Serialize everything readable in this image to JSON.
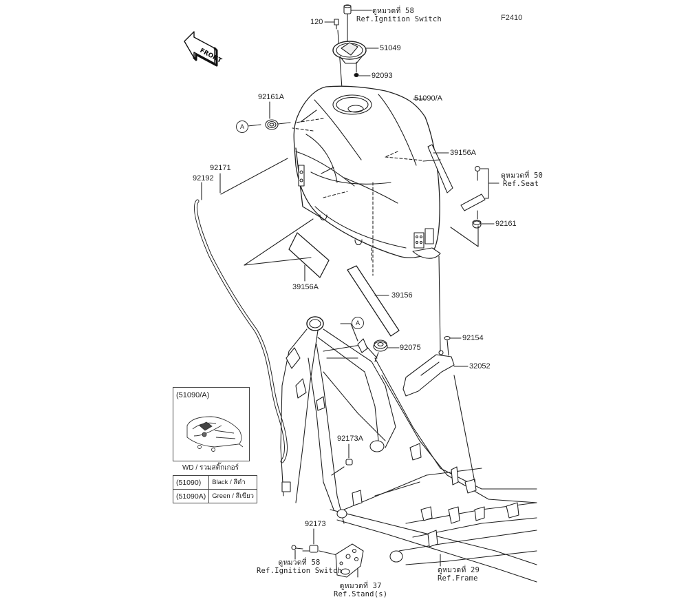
{
  "diagram": {
    "code": "F2410",
    "front_label": "FRONT",
    "ref_marker": "A",
    "parts": [
      {
        "number": "120"
      },
      {
        "number": "51049"
      },
      {
        "number": "92093"
      },
      {
        "number": "51090/A"
      },
      {
        "number": "92161A"
      },
      {
        "number": "39156A"
      },
      {
        "number": "92161"
      },
      {
        "number": "92171"
      },
      {
        "number": "92192"
      },
      {
        "number": "39156A"
      },
      {
        "number": "39156"
      },
      {
        "number": "92075"
      },
      {
        "number": "92154"
      },
      {
        "number": "32052"
      },
      {
        "number": "92173A"
      },
      {
        "number": "92173"
      }
    ],
    "references": {
      "ignition_top": {
        "thai": "ดูหมวดที่ 58",
        "en": "Ref.Ignition Switch"
      },
      "seat": {
        "thai": "ดูหมวดที่ 50",
        "en": "Ref.Seat"
      },
      "ignition_bottom": {
        "thai": "ดูหมวดที่ 58",
        "en": "Ref.Ignition Switch"
      },
      "stand": {
        "thai": "ดูหมวดที่ 37",
        "en": "Ref.Stand(s)"
      },
      "frame": {
        "thai": "ดูหมวดที่ 29",
        "en": "Ref.Frame"
      }
    },
    "inset": {
      "title": "(51090/A)",
      "caption": "WD / รวมสติ๊กเกอร์"
    },
    "color_table": [
      {
        "part": "(51090)",
        "color": "Black / สีดำ"
      },
      {
        "part": "(51090A)",
        "color": "Green / สีเขียว"
      }
    ]
  }
}
